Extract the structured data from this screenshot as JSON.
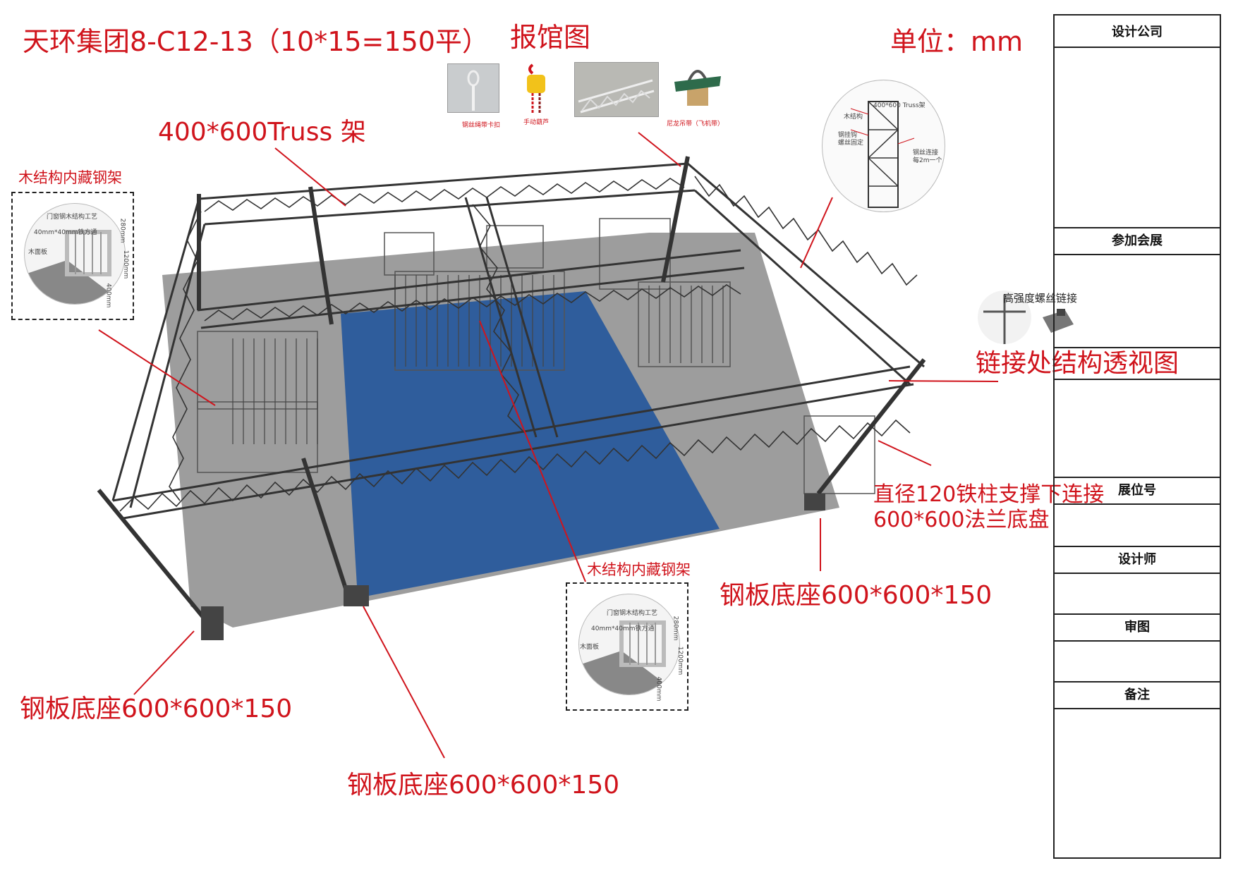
{
  "header": {
    "title": "天环集团8-C12-13（10*15=150平）",
    "report_label": "报馆图",
    "unit_label": "单位：mm"
  },
  "report_items": [
    {
      "caption": "钢丝绳带卡扣",
      "icon": "wire-rope-clip-icon"
    },
    {
      "caption": "手动葫芦",
      "icon": "chain-hoist-icon"
    },
    {
      "caption": "",
      "icon": "truss-segment-icon"
    },
    {
      "caption": "尼龙吊带（飞机带）",
      "icon": "nylon-sling-icon"
    }
  ],
  "callouts": {
    "truss": "400*600Truss 架",
    "wood_steel_left": "木结构内藏钢架",
    "wood_steel_mid": "木结构内藏钢架",
    "joint_view": "链接处结构透视图",
    "pillar_line1": "直径120铁柱支撑下连接",
    "pillar_line2": "600*600法兰底盘",
    "base_right": "钢板底座600*600*150",
    "base_left": "钢板底座600*600*150",
    "base_center": "钢板底座600*600*150"
  },
  "detail_notes": {
    "wood_process": "门窗钢木结构工艺",
    "square_tube": "40mm*40mm铁方通",
    "wood_panel": "木面板",
    "dim_top": "280mm",
    "dim_side": "1200mm",
    "dim_bottom": "400mm",
    "truss_tag": "400*600 Truss架",
    "wood_struct": "木结构",
    "hanger": "钢挂钩",
    "screw_fix": "螺丝固定",
    "wire_link": "钢丝连接",
    "every_2m": "每2m一个",
    "bolt_link": "高强度螺丝链接"
  },
  "title_block": {
    "design_company": "设计公司",
    "exhibitor": "参加会展",
    "booth_no": "展位号",
    "designer": "设计师",
    "review": "审图",
    "remarks": "备注"
  },
  "colors": {
    "annotation": "#d0141c",
    "carpet_blue": "#2f5d9c",
    "floor_grey": "#8c8c8c",
    "truss": "#333333"
  }
}
